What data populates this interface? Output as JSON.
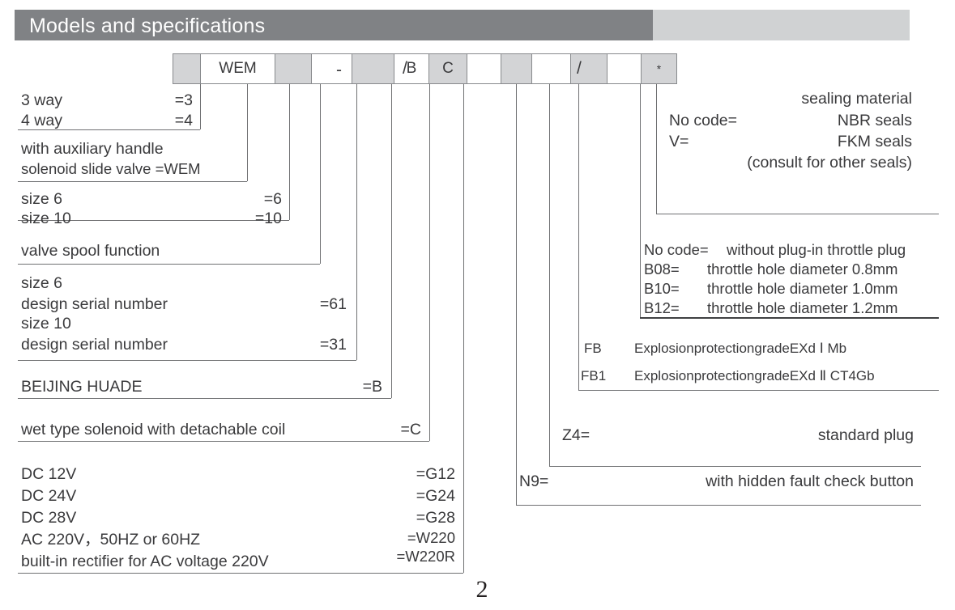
{
  "header": {
    "title": "Models and specifications",
    "dark_color": "#808285",
    "light_color": "#d0d2d3"
  },
  "code_row": {
    "cells": [
      {
        "text": "",
        "shaded": true,
        "width": 34
      },
      {
        "text": "WEM",
        "shaded": false,
        "width": 92
      },
      {
        "text": "",
        "shaded": true,
        "width": 45
      },
      {
        "text": "",
        "shaded": false,
        "width": 50
      },
      {
        "text": "",
        "shaded": true,
        "width": 52
      },
      {
        "text": "B",
        "shaded": false,
        "width": 43
      },
      {
        "text": "C",
        "shaded": true,
        "width": 47
      },
      {
        "text": "",
        "shaded": false,
        "width": 42
      },
      {
        "text": "",
        "shaded": true,
        "width": 38
      },
      {
        "text": "",
        "shaded": false,
        "width": 48
      },
      {
        "text": "",
        "shaded": true,
        "width": 45
      },
      {
        "text": "",
        "shaded": false,
        "width": 42
      },
      {
        "text": "*",
        "shaded": true,
        "width": 45
      }
    ],
    "separator_marks": [
      "-",
      "/",
      "/"
    ]
  },
  "left_groups": [
    {
      "name": "way-group",
      "rows": [
        {
          "label": "3 way",
          "value": "=3"
        },
        {
          "label": "4 way",
          "value": "=4"
        }
      ]
    },
    {
      "name": "valve-type-group",
      "rows": [
        {
          "label": "with auxiliary handle",
          "value": ""
        },
        {
          "label": "solenoid slide valve  =WEM",
          "value": ""
        }
      ]
    },
    {
      "name": "size-group",
      "rows": [
        {
          "label": "size 6",
          "value": "=6"
        },
        {
          "label": "size 10",
          "value": "=10"
        }
      ]
    },
    {
      "name": "spool-function-group",
      "rows": [
        {
          "label": "valve spool function",
          "value": ""
        }
      ]
    },
    {
      "name": "serial-number-group",
      "rows": [
        {
          "label": "size 6",
          "value": ""
        },
        {
          "label": "design serial number",
          "value": "=61"
        },
        {
          "label": "size 10",
          "value": ""
        },
        {
          "label": "design serial number",
          "value": "=31"
        }
      ]
    },
    {
      "name": "manufacturer-group",
      "rows": [
        {
          "label": "BEIJING  HUADE",
          "value": "=B"
        }
      ]
    },
    {
      "name": "solenoid-group",
      "rows": [
        {
          "label": "wet type solenoid with detachable coil",
          "value": "=C"
        }
      ]
    },
    {
      "name": "voltage-group",
      "rows": [
        {
          "label": "DC 12V",
          "value": "=G12"
        },
        {
          "label": "DC 24V",
          "value": "=G24"
        },
        {
          "label": "DC 28V",
          "value": "=G28"
        },
        {
          "label": "AC 220V，50HZ or 60HZ",
          "value": "=W220"
        },
        {
          "label": "built-in rectifier for AC voltage 220V",
          "value": "=W220R"
        }
      ]
    }
  ],
  "right_groups": [
    {
      "name": "sealing-material-group",
      "title": "sealing material",
      "rows": [
        {
          "label": "No code=",
          "value": "NBR seals"
        },
        {
          "label": "V=",
          "value": "FKM seals"
        }
      ],
      "note": "(consult for other seals)"
    },
    {
      "name": "throttle-plug-group",
      "rows": [
        {
          "label": "No code=",
          "value": "without plug-in throttle plug"
        },
        {
          "label": "B08=",
          "value": "throttle hole diameter 0.8mm"
        },
        {
          "label": "B10=",
          "value": "throttle hole diameter 1.0mm"
        },
        {
          "label": "B12=",
          "value": "throttle hole diameter 1.2mm"
        }
      ]
    },
    {
      "name": "explosion-protection-group",
      "rows": [
        {
          "label": "FB",
          "value": "ExplosionprotectiongradeEXd Ⅰ Mb"
        },
        {
          "label": "FB1",
          "value": "ExplosionprotectiongradeEXd Ⅱ CT4Gb"
        }
      ]
    },
    {
      "name": "plug-group",
      "rows": [
        {
          "label": "Z4=",
          "value": "standard plug"
        }
      ]
    },
    {
      "name": "fault-check-group",
      "rows": [
        {
          "label": "N9=",
          "value": "with hidden fault check button"
        }
      ]
    }
  ],
  "footer": {
    "page_number": "2"
  }
}
